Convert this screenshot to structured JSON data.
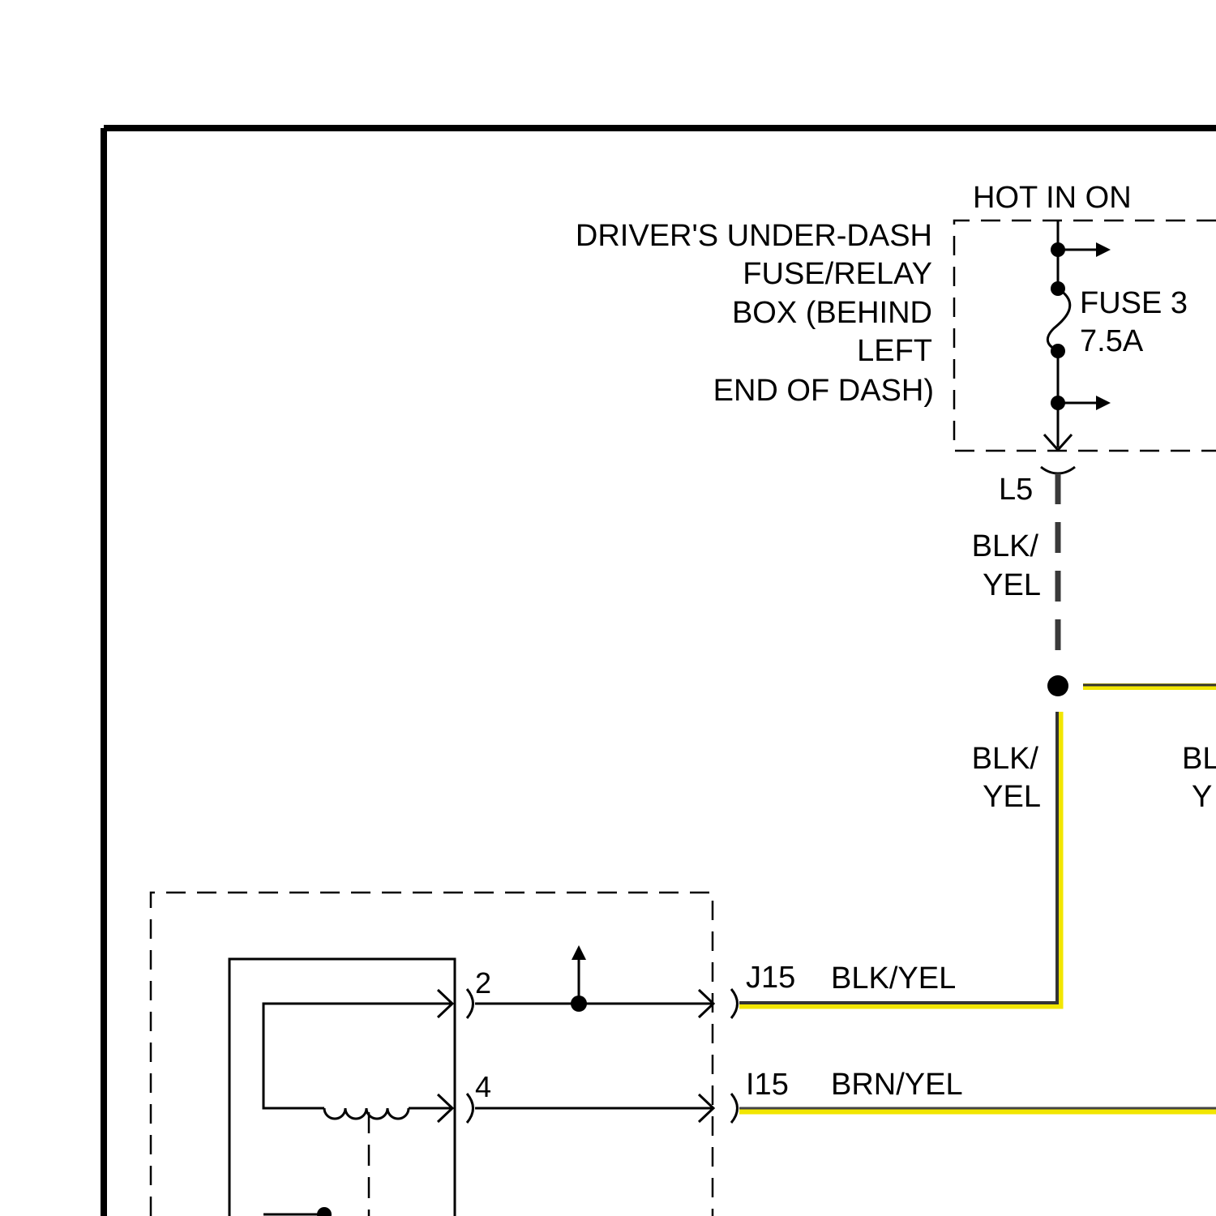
{
  "fuse_box": {
    "power_label": "HOT IN ON",
    "name_lines": [
      "DRIVER'S UNDER-DASH",
      "FUSE/RELAY",
      "BOX (BEHIND",
      "LEFT",
      "END OF DASH)"
    ],
    "fuse_name": "FUSE 3",
    "fuse_rating": "7.5A",
    "connector": "L5"
  },
  "wires": {
    "upper_color": [
      "BLK/",
      "YEL"
    ],
    "lower_color": [
      "BLK/",
      "YEL"
    ],
    "branch_color_partial": [
      "BL",
      "Y"
    ],
    "j15_connector": "J15",
    "j15_color": "BLK/YEL",
    "i15_connector": "I15",
    "i15_color": "BRN/YEL"
  },
  "component": {
    "pin_top": "2",
    "pin_bottom": "4"
  },
  "colors": {
    "wire_highlight": "#f2e600",
    "line": "#000000",
    "wire_dark": "#333333"
  }
}
